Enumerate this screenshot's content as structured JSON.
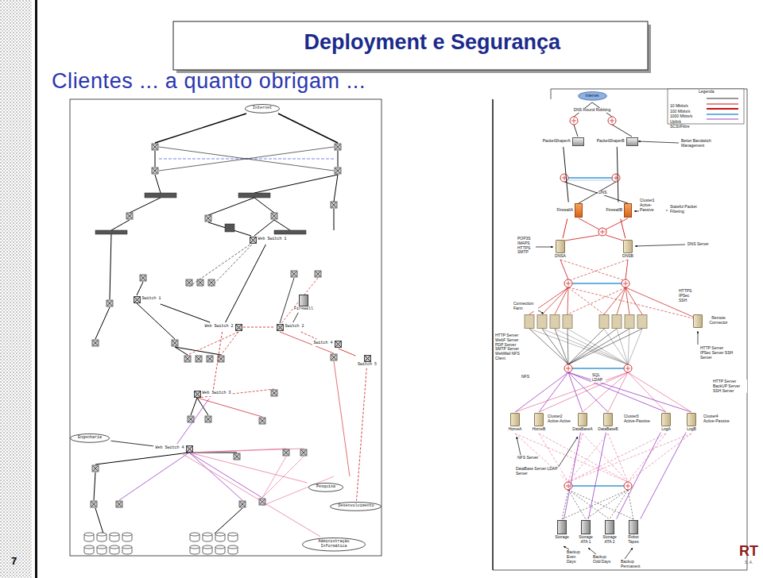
{
  "diagram": {
    "title": "Deployment e Segurança",
    "nodes": [
      {
        "text": [
          "Internet"
        ]
      },
      {
        "text": [
          "Web Switch 1"
        ]
      },
      {
        "text": [
          "Switch 1"
        ]
      },
      {
        "text": [
          "Web Switch 2"
        ]
      },
      {
        "text": [
          "Switch 2"
        ]
      },
      {
        "text": [
          "Switch 4"
        ]
      },
      {
        "text": [
          "Switch 5"
        ]
      },
      {
        "text": [
          "Web Switch 3"
        ]
      },
      {
        "text": [
          "Web Switch 4"
        ]
      },
      {
        "text": [
          "Firewall"
        ]
      },
      {
        "text": [
          "Engenharia"
        ]
      },
      {
        "text": [
          "Pesquisa"
        ]
      },
      {
        "text": [
          "Desenvolvimento"
        ]
      },
      {
        "text": [
          "Administração Informática"
        ]
      },
      {
        "text": [
          "Internet"
        ]
      },
      {
        "text": [
          "PacketShaperA"
        ]
      },
      {
        "text": [
          "PacketShaperB"
        ]
      },
      {
        "text": [
          "FirewallA"
        ]
      },
      {
        "text": [
          "FirewallB"
        ]
      },
      {
        "text": [
          "DNSA"
        ]
      },
      {
        "text": [
          "DNSB"
        ]
      },
      {
        "text": [
          "Remote Connector"
        ]
      },
      {
        "text": [
          "HomeA"
        ]
      },
      {
        "text": [
          "HomeB"
        ]
      },
      {
        "text": [
          "DataBaseA"
        ]
      },
      {
        "text": [
          "DataBaseB"
        ]
      },
      {
        "text": [
          "LogA"
        ]
      },
      {
        "text": [
          "LogB"
        ]
      },
      {
        "text": [
          "Storage"
        ]
      },
      {
        "text": [
          "Storage ATA 1"
        ]
      },
      {
        "text": [
          "Storage ATA 2"
        ]
      },
      {
        "text": [
          "Robot Tapes"
        ]
      }
    ],
    "edges": [
      {
        "from": 1,
        "to": 3,
        "arrow": "none"
      },
      {
        "from": 2,
        "to": 3,
        "arrow": "none"
      },
      {
        "from": 3,
        "to": 4,
        "arrow": "none"
      },
      {
        "from": 4,
        "to": 5,
        "arrow": "none"
      },
      {
        "from": 5,
        "to": 6,
        "arrow": "none"
      },
      {
        "from": 3,
        "to": 7,
        "arrow": "none"
      },
      {
        "from": 7,
        "to": 8,
        "arrow": "none"
      },
      {
        "from": 8,
        "to": 10,
        "arrow": "none"
      },
      {
        "from": 6,
        "to": 12,
        "arrow": "none"
      },
      {
        "from": 8,
        "to": 11,
        "arrow": "none"
      },
      {
        "from": 8,
        "to": 13,
        "arrow": "none"
      },
      {
        "from": 9,
        "to": 4,
        "arrow": "none"
      },
      {
        "from": 15,
        "to": 17,
        "arrow": "none"
      },
      {
        "from": 16,
        "to": 18,
        "arrow": "none"
      },
      {
        "from": 17,
        "to": 19,
        "arrow": "none"
      },
      {
        "from": 18,
        "to": 20,
        "arrow": "none"
      },
      {
        "from": 24,
        "to": 28,
        "arrow": "none"
      },
      {
        "from": 25,
        "to": 29,
        "arrow": "none"
      },
      {
        "from": 26,
        "to": 30,
        "arrow": "none"
      },
      {
        "from": 27,
        "to": 31,
        "arrow": "none"
      }
    ],
    "labels": [
      "Clientes ... a quanto obrigam ...",
      "7",
      "RT",
      "S. A.",
      "Legenda",
      "DNS Round Robbing",
      "Better Bandwitch Management",
      "DNS",
      "Cluster1 Active-Passive",
      "Stateful Packet Filtering",
      "POP3S IMAPS HTTPS SMTP",
      "DNS Server",
      "HTTPS IPSec SSH",
      "Connection Farm",
      "HTTP Server WebF Server PDP Server SMTP Server WebMail NFS Client",
      "HTTP Server IPSec Server SSH Server",
      "NFS",
      "SQL LDAP",
      "HTTP Server BackUP Server SSH Server",
      "Cluster2 Active-Active",
      "Cluster3 Active-Passive",
      "Cluster4 Active-Passive",
      "NFS Server",
      "DataBase Server LDAP Server",
      "Backup Even Days",
      "Backup Odd Days",
      "Backup Permanent"
    ],
    "legend": [
      {
        "text": "10 Mbits/s"
      },
      {
        "text": "100 Mbits/s"
      },
      {
        "text": "1000 Mbits/s"
      },
      {
        "text": "Uplink"
      },
      {
        "text": "SCSI/Fibre"
      }
    ]
  }
}
